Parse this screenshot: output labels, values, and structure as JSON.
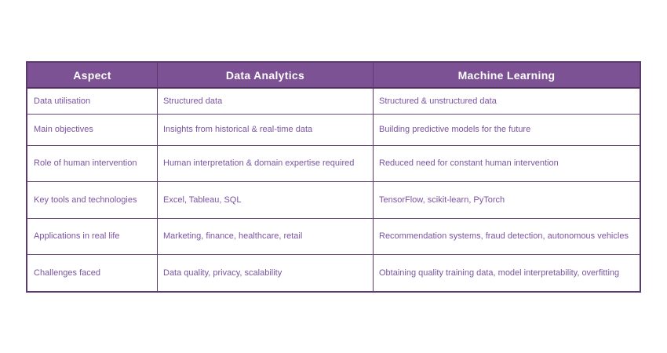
{
  "table": {
    "columns": [
      "Aspect",
      "Data Analytics",
      "Machine Learning"
    ],
    "rows": [
      {
        "cells": [
          "Data utilisation",
          "Structured data",
          "Structured & unstructured data"
        ]
      },
      {
        "cells": [
          "Main objectives",
          "Insights from historical & real-time data",
          "Building predictive models for the future"
        ]
      },
      {
        "cells": [
          "Role of human intervention",
          "Human interpretation & domain expertise required",
          "Reduced need for constant human intervention"
        ]
      },
      {
        "cells": [
          "Key tools and technologies",
          "Excel, Tableau, SQL",
          "TensorFlow, scikit-learn, PyTorch"
        ]
      },
      {
        "cells": [
          "Applications in real life",
          "Marketing, finance, healthcare, retail",
          "Recommendation systems, fraud detection, autonomous vehicles"
        ]
      },
      {
        "cells": [
          "Challenges faced",
          "Data quality, privacy, scalability",
          "Obtaining quality training data, model interpretability, overfitting"
        ]
      }
    ]
  },
  "colors": {
    "header_background": "#7d5294",
    "border": "#5d3a6e",
    "header_bottom_border": "#4f2f60",
    "cell_text": "#7a54a0",
    "header_text": "#ffffff",
    "page_background": "#ffffff"
  }
}
